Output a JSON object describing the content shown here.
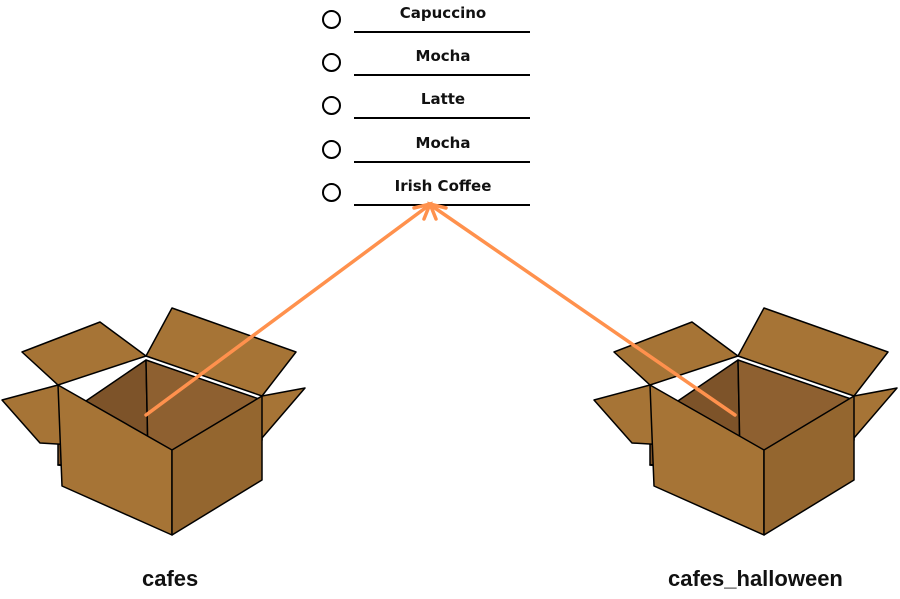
{
  "menu": {
    "items": [
      {
        "label": "Capuccino"
      },
      {
        "label": "Mocha"
      },
      {
        "label": "Latte"
      },
      {
        "label": "Mocha"
      },
      {
        "label": "Irish Coffee"
      }
    ]
  },
  "boxes": [
    {
      "label": "cafes"
    },
    {
      "label": "cafes_halloween"
    }
  ],
  "colors": {
    "arrow": "#FF914D",
    "box_outer": "#A67436",
    "box_inner": "#7D5329",
    "box_dark": "#4F3418",
    "outline": "#000000"
  }
}
